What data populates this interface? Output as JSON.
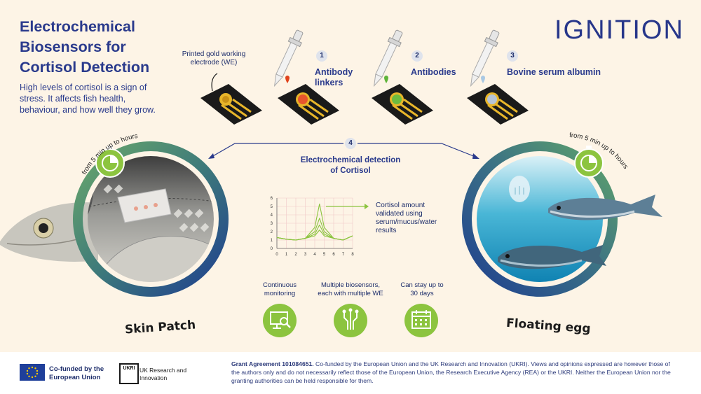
{
  "title": "Electrochemical Biosensors for Cortisol Detection",
  "intro": "High levels of cortisol is a sign of stress. It affects fish health, behaviour, and how well they grow.",
  "logo_text": "IGNITION",
  "electrode_label": "Printed gold working electrode (WE)",
  "steps": [
    {
      "num": "1",
      "label": "Antibody linkers",
      "drop_color": "#e0421b",
      "pad_color": "#e8562d"
    },
    {
      "num": "2",
      "label": "Antibodies",
      "drop_color": "#5eb43a",
      "pad_color": "#6dbb3f"
    },
    {
      "num": "3",
      "label": "Bovine serum albumin",
      "drop_color": "#a9c8e3",
      "pad_color": "#b6c4d6"
    }
  ],
  "detection": {
    "num": "4",
    "label": "Electrochemical detection of Cortisol"
  },
  "chart_note": "Cortisol amount validated using serum/mucus/water results",
  "chart_data": {
    "type": "line",
    "x": [
      0,
      1,
      2,
      3,
      4,
      4.5,
      5,
      6,
      7,
      8
    ],
    "series": [
      {
        "values": [
          1.3,
          1.1,
          1.0,
          1.2,
          2.5,
          5.3,
          2.5,
          1.2,
          1.0,
          1.5
        ]
      },
      {
        "values": [
          1.3,
          1.1,
          1.0,
          1.2,
          2.0,
          3.6,
          2.0,
          1.2,
          1.0,
          1.5
        ]
      },
      {
        "values": [
          1.3,
          1.1,
          1.0,
          1.2,
          1.7,
          2.8,
          1.7,
          1.2,
          1.0,
          1.5
        ]
      },
      {
        "values": [
          1.3,
          1.1,
          1.0,
          1.2,
          1.5,
          2.2,
          1.5,
          1.2,
          1.0,
          1.5
        ]
      }
    ],
    "xticks": [
      "0",
      "1",
      "2",
      "3",
      "4",
      "5",
      "6",
      "7",
      "8"
    ],
    "yticks": [
      "0",
      "1",
      "2",
      "3",
      "4",
      "5",
      "6"
    ],
    "xlim": [
      0,
      8
    ],
    "ylim": [
      0,
      6
    ],
    "grid": true,
    "line_color": "#8cc43f"
  },
  "features": [
    {
      "label": "Continuous monitoring",
      "icon": "monitor-magnifier-icon"
    },
    {
      "label": "Multiple biosensors, each with multiple WE",
      "icon": "circuit-icon"
    },
    {
      "label": "Can stay up to 30 days",
      "icon": "calendar-icon"
    }
  ],
  "skin_patch": {
    "label": "Skin Patch",
    "time": "from 5 min up to hours"
  },
  "floating_egg": {
    "label": "Floating egg",
    "time": "from 5 min up to hours"
  },
  "footer": {
    "eu_text": "Co-funded by the European Union",
    "ukri_logo": "UKRI",
    "ukri_text": "UK Research and Innovation",
    "grant_bold": "Grant Agreement 101084651.",
    "grant_text": " Co-funded by the European Union and the UK Research and Innovation (UKRI). Views and opinions expressed are however those of the authors only and do not necessarily reflect those of the European Union, the Research Executive Agency (REA) or the UKRI. Neither the European Union nor the granting authorities can be held responsible for them."
  },
  "colors": {
    "navy": "#2a3a8c",
    "green": "#8cc43f",
    "ring_green": "#4f9b6a",
    "ring_navy": "#1f3f8f"
  }
}
